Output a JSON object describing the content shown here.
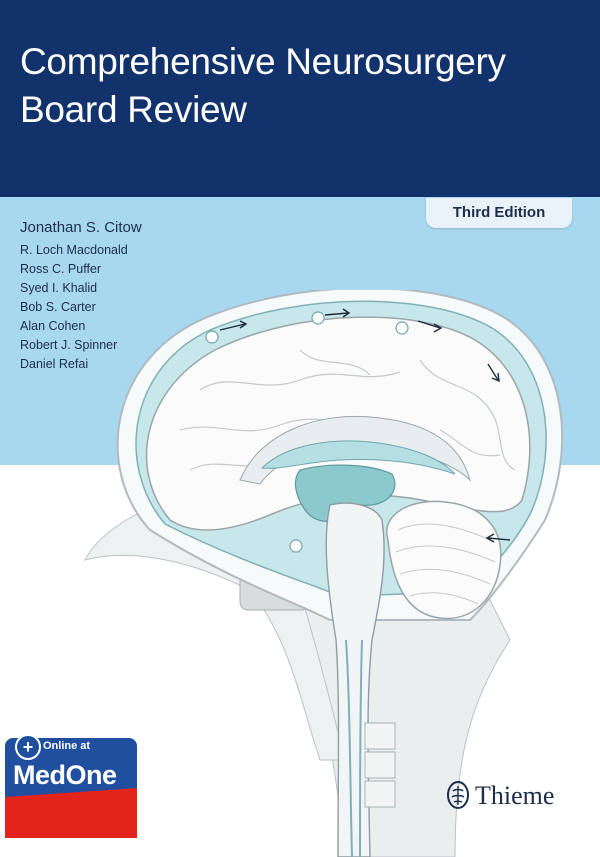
{
  "book": {
    "title_lines": [
      "Comprehensive Neurosurgery",
      "Board Review"
    ],
    "edition": "Third Edition",
    "lead_author": "Jonathan S. Citow",
    "coauthors": [
      "R. Loch Macdonald",
      "Ross C. Puffer",
      "Syed I. Khalid",
      "Bob S. Carter",
      "Alan Cohen",
      "Robert J. Spinner",
      "Daniel Refai"
    ]
  },
  "badge": {
    "small_text": "Online at",
    "brand": "MedOne",
    "icon": "plus-icon"
  },
  "publisher": {
    "name": "Thieme",
    "icon": "thieme-logo-icon"
  },
  "colors": {
    "title_band": "#12326b",
    "sky_band": "#a7d8f0",
    "badge_blue": "#1f4f9e",
    "badge_red": "#e2241b",
    "csf_teal": "#7fc4c7"
  }
}
